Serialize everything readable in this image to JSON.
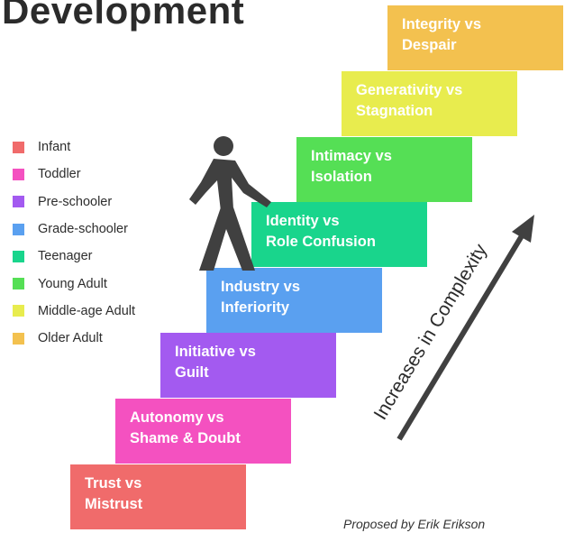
{
  "title": "Development",
  "legend": [
    {
      "label": "Infant",
      "color": "#f06b6b"
    },
    {
      "label": "Toddler",
      "color": "#f451c0"
    },
    {
      "label": "Pre-schooler",
      "color": "#a35af0"
    },
    {
      "label": "Grade-schooler",
      "color": "#5aa0f0"
    },
    {
      "label": "Teenager",
      "color": "#19d58c"
    },
    {
      "label": "Young Adult",
      "color": "#55df55"
    },
    {
      "label": "Middle-age Adult",
      "color": "#e8ec4e"
    },
    {
      "label": "Older Adult",
      "color": "#f3c14f"
    }
  ],
  "stages": [
    {
      "line1": "Trust vs",
      "line2": "Mistrust",
      "color": "#f06b6b"
    },
    {
      "line1": "Autonomy vs",
      "line2": "Shame & Doubt",
      "color": "#f451c0"
    },
    {
      "line1": "Initiative vs",
      "line2": "Guilt",
      "color": "#a35af0"
    },
    {
      "line1": "Industry vs",
      "line2": "Inferiority",
      "color": "#5aa0f0"
    },
    {
      "line1": "Identity vs",
      "line2": "Role Confusion",
      "color": "#19d58c"
    },
    {
      "line1": "Intimacy vs",
      "line2": "Isolation",
      "color": "#55df55"
    },
    {
      "line1": "Generativity vs",
      "line2": "Stagnation",
      "color": "#e8ec4e"
    },
    {
      "line1": "Integrity vs",
      "line2": "Despair",
      "color": "#f3c14f"
    }
  ],
  "arrow_label": "Increases in Complexity",
  "credit": "Proposed by Erik Erikson",
  "icons": {
    "figure": "walking-person-icon",
    "arrow": "up-right-arrow-icon"
  },
  "figure_color": "#404040"
}
